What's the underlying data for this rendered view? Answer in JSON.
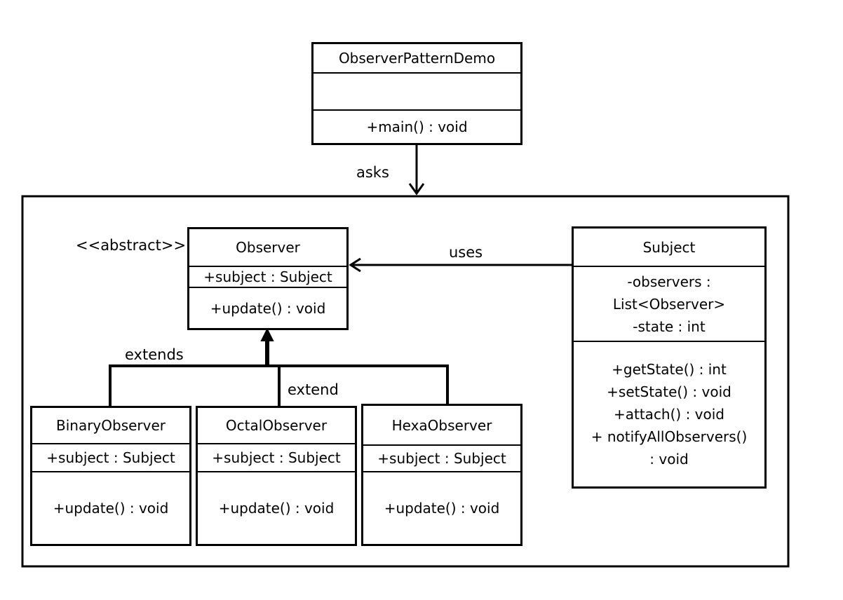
{
  "demo": {
    "name": "ObserverPatternDemo",
    "method": "+main()  : void"
  },
  "relations": {
    "asks": "asks",
    "uses": "uses",
    "extends": "extends",
    "extend": "extend"
  },
  "stereotype": "<<abstract>>",
  "observer": {
    "name": "Observer",
    "attr": "+subject  : Subject",
    "method": "+update()  : void"
  },
  "subject": {
    "name": "Subject",
    "attrs": [
      "-observers  :",
      "List<Observer>",
      "-state : int"
    ],
    "methods": [
      "+getState() : int",
      "+setState()  : void",
      "+attach() : void",
      "+ notifyAllObservers()",
      ": void"
    ]
  },
  "binary": {
    "name": "BinaryObserver",
    "attr": "+subject  : Subject",
    "method": "+update()  : void"
  },
  "octal": {
    "name": "OctalObserver",
    "attr": "+subject  : Subject",
    "method": "+update()  : void"
  },
  "hexa": {
    "name": "HexaObserver",
    "attr": "+subject  : Subject",
    "method": "+update()  : void"
  }
}
